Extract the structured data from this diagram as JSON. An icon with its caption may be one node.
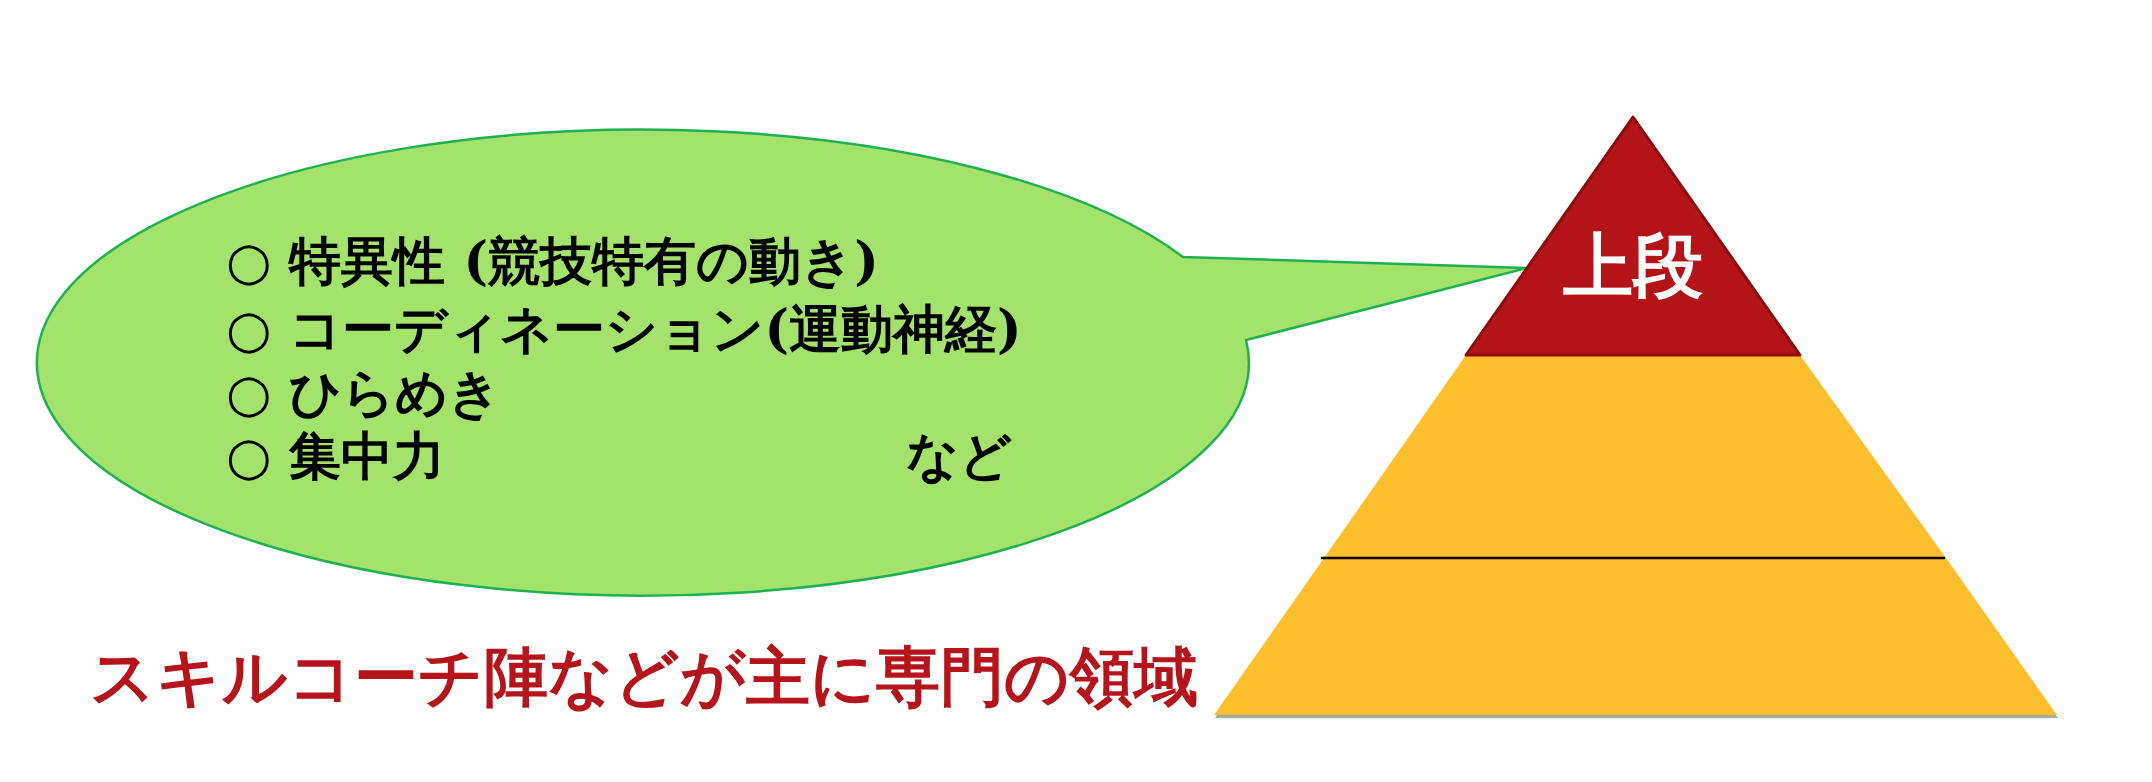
{
  "diagram": {
    "nodes": [
      {
        "text": [
          "○ 特異性 (競技特有の動き)",
          "○ コーディネーション(運動神経)",
          "○ ひらめき",
          "○ 集中力",
          "など"
        ]
      },
      {
        "text": [
          "上段"
        ]
      },
      {
        "text": [],
        "shape": "trapezoid"
      },
      {
        "text": [],
        "shape": "trapezoid"
      }
    ],
    "labels": [
      "スキルコーチ陣などが主に専門の領域"
    ]
  }
}
